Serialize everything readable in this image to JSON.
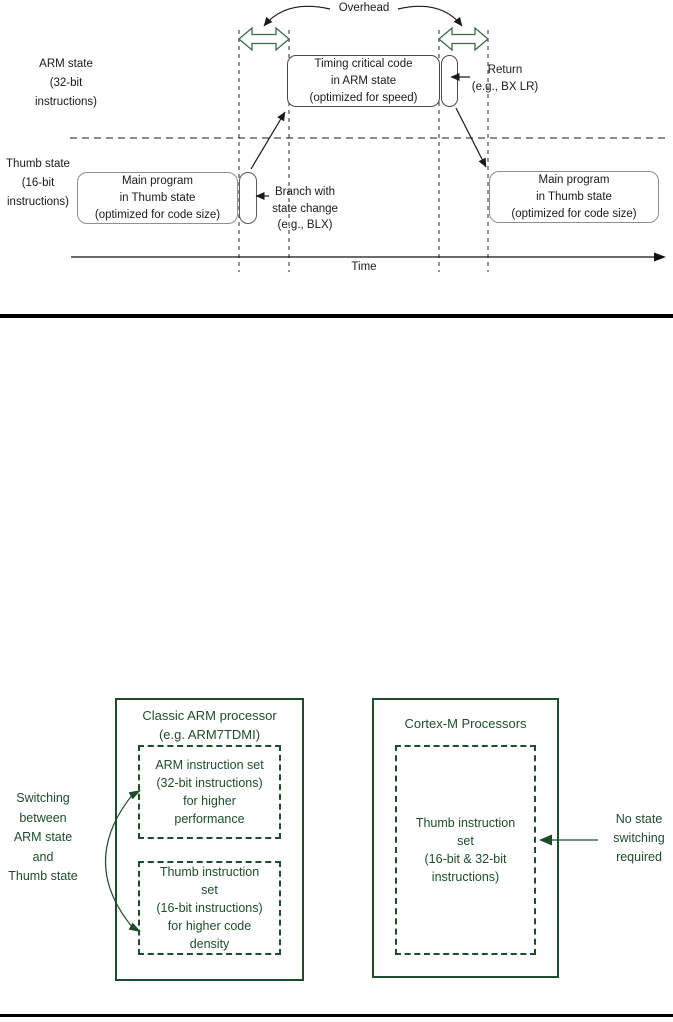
{
  "colors": {
    "double_arrow_green": "#3a6b4a",
    "bottom_diagram_green": "#1e4d2b",
    "line_black": "#1a1a1a",
    "box_border_gray": "#8f8f8f"
  },
  "figure1": {
    "overhead_label": "Overhead",
    "arm_state_label": "ARM state\n(32-bit\ninstructions)",
    "thumb_state_label": "Thumb state\n(16-bit\ninstructions)",
    "main_program_box1": "Main program\nin Thumb state\n(optimized for code size)",
    "timing_critical_box": "Timing critical code\nin ARM state\n(optimized for speed)",
    "main_program_box2": "Main program\nin Thumb state\n(optimized for code size)",
    "branch_annotation": "Branch with\nstate change\n(e.g., BLX)",
    "return_annotation": "Return\n(e.g., BX LR)",
    "time_axis_label": "Time"
  },
  "figure2": {
    "switching_label": "Switching\nbetween\nARM state\nand\nThumb state",
    "classic_box_title": "Classic ARM processor\n(e.g. ARM7TDMI)",
    "arm_instruction_set": "ARM instruction set\n(32-bit instructions)\nfor higher\nperformance",
    "thumb_instruction_set": "Thumb instruction\nset\n(16-bit instructions)\nfor higher code\ndensity",
    "cortex_box_title": "Cortex-M Processors",
    "cortex_thumb_set": "Thumb instruction\nset\n(16-bit & 32-bit\ninstructions)",
    "no_state_label": "No state\nswitching\nrequired"
  }
}
